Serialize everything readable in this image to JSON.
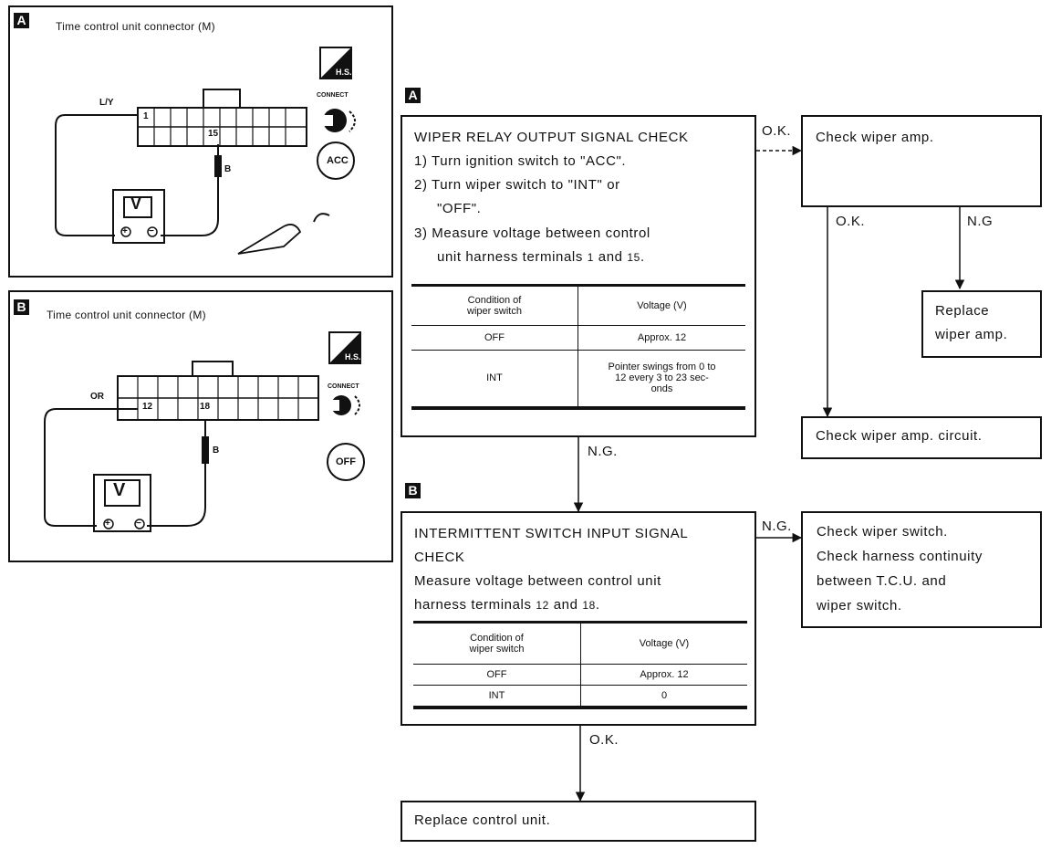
{
  "panel_a": {
    "tag": "A",
    "title": "Time control unit connector",
    "connector_ref": "M",
    "wire_color": "L/Y",
    "pin_left": "1",
    "pin_right": "15",
    "ground_wire": "B",
    "meter": "V",
    "probe_pos": "+",
    "probe_neg": "−",
    "ign_label": "ACC",
    "connect_label": "CONNECT",
    "hs_label": "H.S."
  },
  "panel_b": {
    "tag": "B",
    "title": "Time control unit connector",
    "connector_ref": "M",
    "wire_color": "OR",
    "pin_left": "12",
    "pin_right": "18",
    "ground_wire": "B",
    "meter": "V",
    "probe_pos": "+",
    "probe_neg": "−",
    "switch_label": "OFF",
    "connect_label": "CONNECT",
    "hs_label": "H.S."
  },
  "check_a": {
    "tag": "A",
    "title": "WIPER RELAY OUTPUT SIGNAL CHECK",
    "step1": "1)  Turn ignition switch to \"ACC\".",
    "step2a": "2)  Turn wiper switch to \"INT\" or",
    "step2b": "\"OFF\".",
    "step3a": "3)  Measure voltage between control",
    "step3b": "unit harness terminals",
    "term1": "1",
    "and": "and",
    "term2": "15",
    "table": {
      "h1a": "Condition of",
      "h1b": "wiper switch",
      "h2": "Voltage (V)",
      "rows": [
        {
          "c": "OFF",
          "v1": "Approx. 12",
          "v2": "",
          "v3": ""
        },
        {
          "c": "INT",
          "v1": "Pointer swings from 0 to",
          "v2": "12 every 3 to 23 sec-",
          "v3": "onds"
        }
      ]
    }
  },
  "check_b": {
    "tag": "B",
    "title1": "INTERMITTENT SWITCH INPUT SIGNAL",
    "title2": "CHECK",
    "line1": "Measure voltage between control unit",
    "line2": "harness terminals",
    "term1": "12",
    "and": "and",
    "term2": "18",
    "table": {
      "h1a": "Condition of",
      "h1b": "wiper switch",
      "h2": "Voltage (V)",
      "rows": [
        {
          "c": "OFF",
          "v": "Approx. 12"
        },
        {
          "c": "INT",
          "v": "0"
        }
      ]
    }
  },
  "results": {
    "check_amp": "Check wiper amp.",
    "replace_amp1": "Replace",
    "replace_amp2": "wiper amp.",
    "check_amp_circuit": "Check wiper amp. circuit.",
    "check_switch1": "Check wiper switch.",
    "check_switch2": "Check harness continuity",
    "check_switch3": "between T.C.U. and",
    "check_switch4": "wiper switch.",
    "replace_unit": "Replace control unit."
  },
  "arrows": {
    "ok": "O.K.",
    "ng": "N.G",
    "ng2": "N.G."
  }
}
